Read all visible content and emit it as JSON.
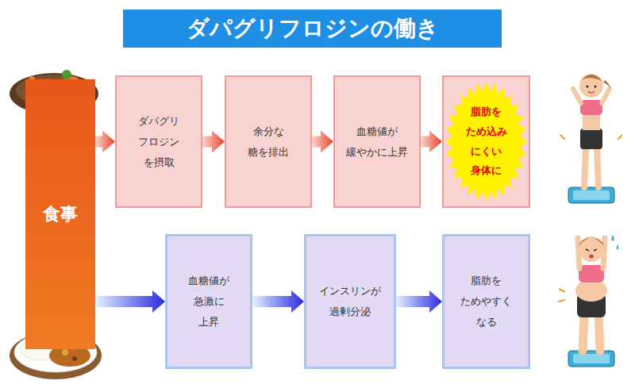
{
  "diagram": {
    "title": "ダパグリフロジンの働き",
    "nodes": [
      {
        "text": [
          "食事"
        ]
      },
      {
        "text": [
          "ダパグリ フロジン を摂取"
        ]
      },
      {
        "text": [
          "余分な 糖を排出"
        ]
      },
      {
        "text": [
          "血糖値が 緩やかに上昇"
        ]
      },
      {
        "text": [
          "脂肪を ため込み にくい 身体に"
        ]
      },
      {
        "text": [
          "血糖値が 急激に 上昇"
        ]
      },
      {
        "text": [
          "インスリンが 過剰分泌"
        ]
      },
      {
        "text": [
          "脂肪を ためやすく なる"
        ]
      }
    ],
    "edges": [
      {
        "from": 0,
        "to": 1,
        "arrow": "to"
      },
      {
        "from": 1,
        "to": 2,
        "arrow": "to"
      },
      {
        "from": 2,
        "to": 3,
        "arrow": "to"
      },
      {
        "from": 3,
        "to": 4,
        "arrow": "to"
      },
      {
        "from": 0,
        "to": 5,
        "arrow": "to"
      },
      {
        "from": 5,
        "to": 6,
        "arrow": "to"
      },
      {
        "from": 6,
        "to": 7,
        "arrow": "to"
      }
    ]
  }
}
